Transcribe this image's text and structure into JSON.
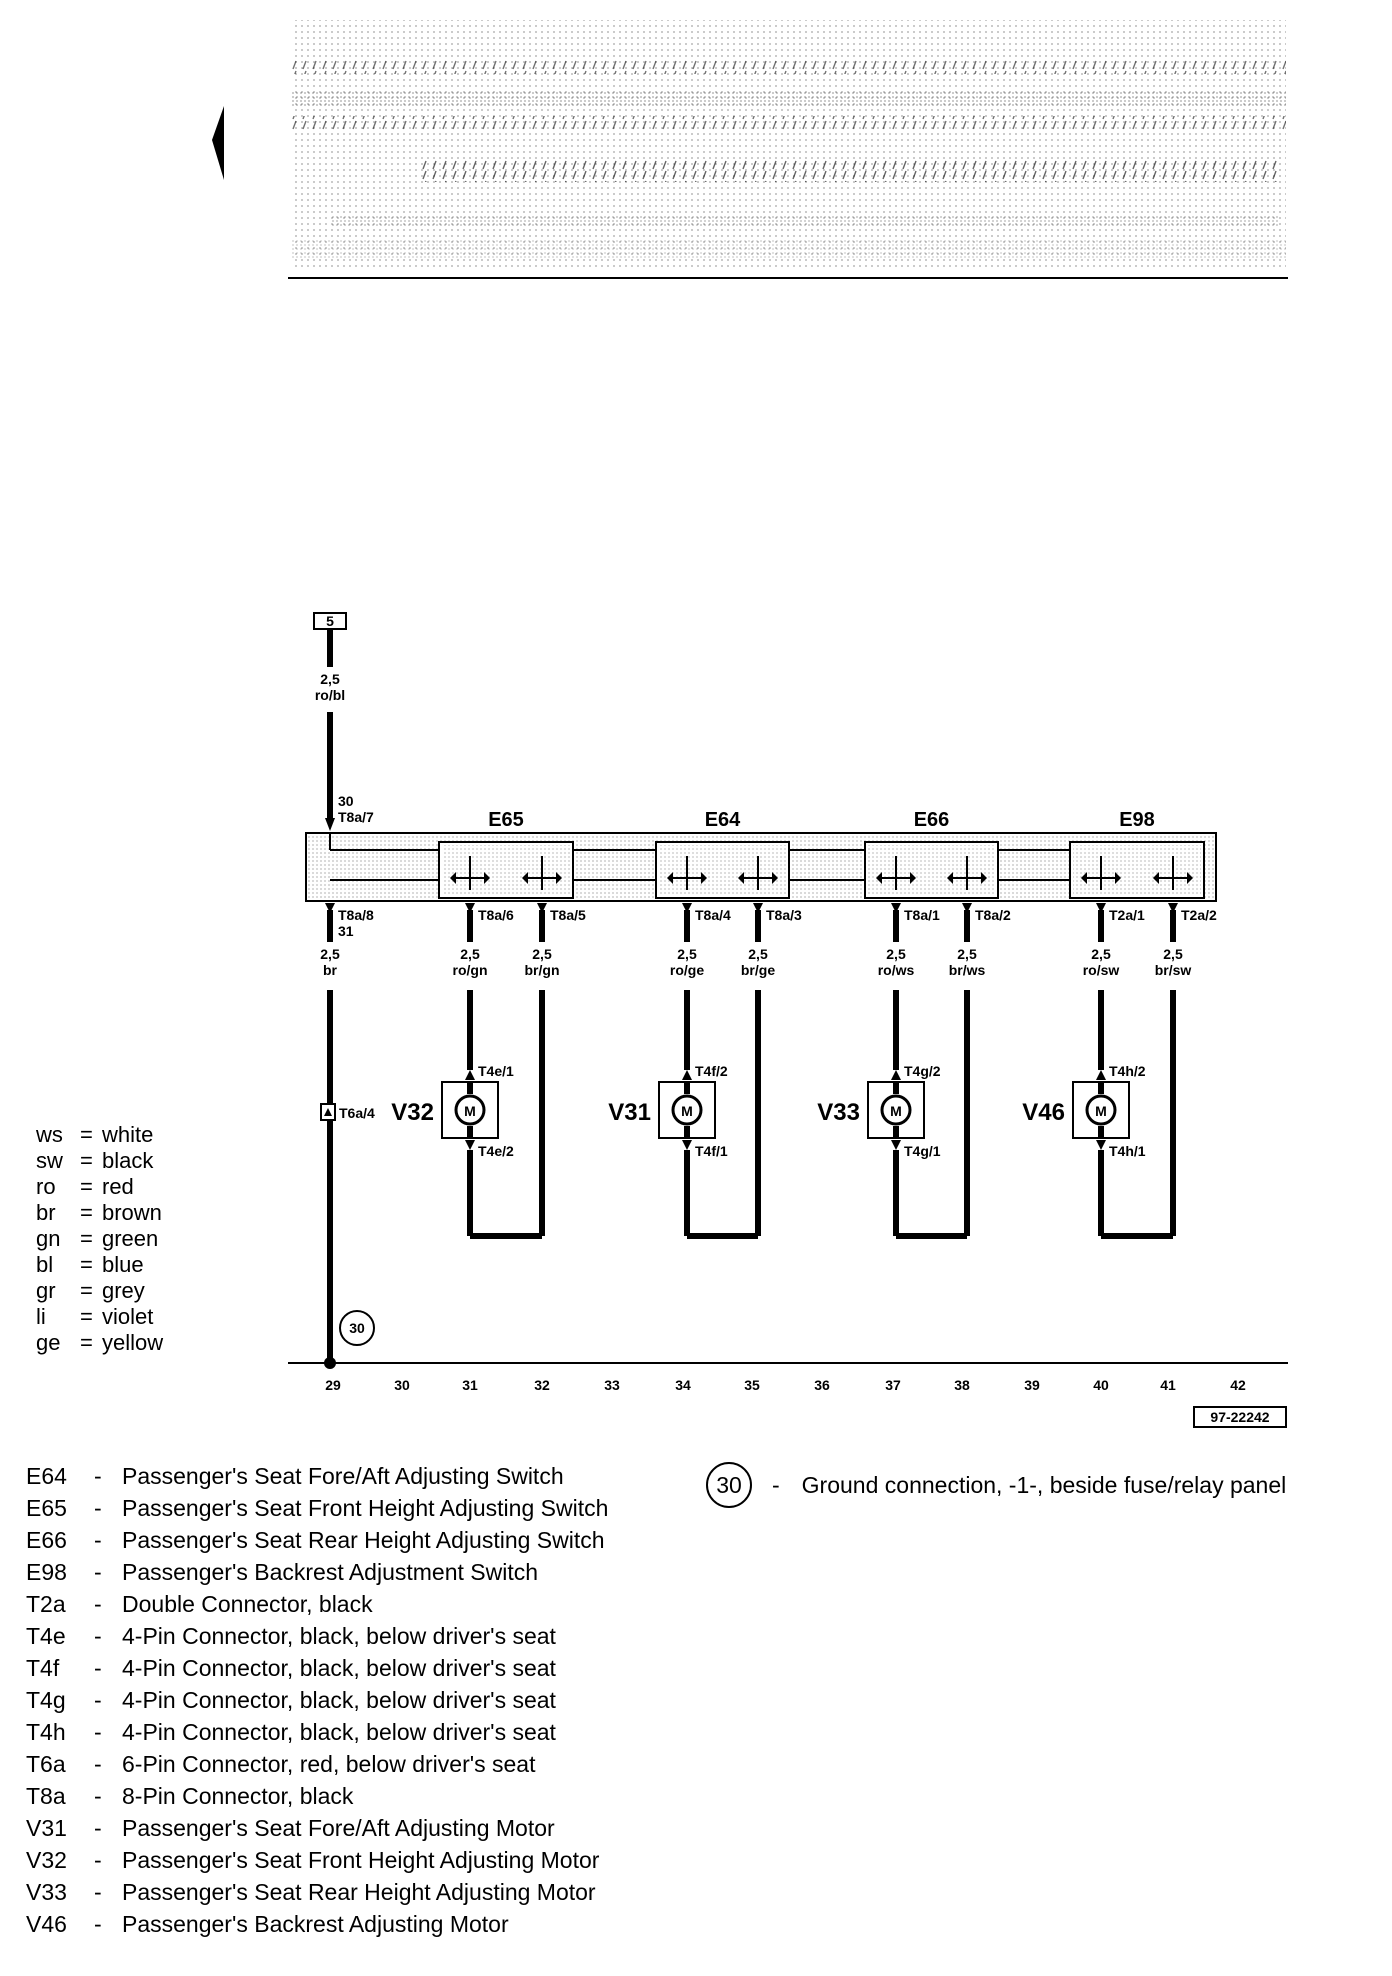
{
  "diagram": {
    "supply_ref": "5",
    "ground_ref": "30",
    "diagram_id": "97-22242",
    "main_wire_top": {
      "size": "2,5",
      "color": "ro/bl"
    },
    "main_wire_bottom": {
      "size": "2,5",
      "color": "br"
    },
    "pin_in": {
      "terminal": "30",
      "pin": "T8a/7"
    },
    "pin_out": {
      "pin": "T8a/8",
      "terminal": "31"
    },
    "ground_connector": "T6a/4",
    "switches": [
      {
        "name": "E65",
        "pin_a": "T8a/6",
        "pin_b": "T8a/5",
        "wire_a": {
          "size": "2,5",
          "color": "ro/gn"
        },
        "wire_b": {
          "size": "2,5",
          "color": "br/gn"
        }
      },
      {
        "name": "E64",
        "pin_a": "T8a/4",
        "pin_b": "T8a/3",
        "wire_a": {
          "size": "2,5",
          "color": "ro/ge"
        },
        "wire_b": {
          "size": "2,5",
          "color": "br/ge"
        }
      },
      {
        "name": "E66",
        "pin_a": "T8a/1",
        "pin_b": "T8a/2",
        "wire_a": {
          "size": "2,5",
          "color": "ro/ws"
        },
        "wire_b": {
          "size": "2,5",
          "color": "br/ws"
        }
      },
      {
        "name": "E98",
        "pin_a": "T2a/1",
        "pin_b": "T2a/2",
        "wire_a": {
          "size": "2,5",
          "color": "ro/sw"
        },
        "wire_b": {
          "size": "2,5",
          "color": "br/sw"
        }
      }
    ],
    "motors": [
      {
        "name": "V32",
        "pin_top": "T4e/1",
        "pin_bottom": "T4e/2",
        "symbol": "M"
      },
      {
        "name": "V31",
        "pin_top": "T4f/2",
        "pin_bottom": "T4f/1",
        "symbol": "M"
      },
      {
        "name": "V33",
        "pin_top": "T4g/2",
        "pin_bottom": "T4g/1",
        "symbol": "M"
      },
      {
        "name": "V46",
        "pin_top": "T4h/2",
        "pin_bottom": "T4h/1",
        "symbol": "M"
      }
    ],
    "tracks": [
      "29",
      "30",
      "31",
      "32",
      "33",
      "34",
      "35",
      "36",
      "37",
      "38",
      "39",
      "40",
      "41",
      "42"
    ]
  },
  "color_legend": [
    {
      "code": "ws",
      "name": "white"
    },
    {
      "code": "sw",
      "name": "black"
    },
    {
      "code": "ro",
      "name": "red"
    },
    {
      "code": "br",
      "name": "brown"
    },
    {
      "code": "gn",
      "name": "green"
    },
    {
      "code": "bl",
      "name": "blue"
    },
    {
      "code": "gr",
      "name": "grey"
    },
    {
      "code": "li",
      "name": "violet"
    },
    {
      "code": "ge",
      "name": "yellow"
    }
  ],
  "legend": [
    {
      "code": "E64",
      "desc": "Passenger's Seat Fore/Aft Adjusting Switch"
    },
    {
      "code": "E65",
      "desc": "Passenger's Seat Front Height Adjusting Switch"
    },
    {
      "code": "E66",
      "desc": "Passenger's Seat Rear Height Adjusting Switch"
    },
    {
      "code": "E98",
      "desc": "Passenger's Backrest Adjustment Switch"
    },
    {
      "code": "T2a",
      "desc": "Double Connector, black"
    },
    {
      "code": "T4e",
      "desc": "4-Pin Connector, black, below driver's seat"
    },
    {
      "code": "T4f",
      "desc": "4-Pin Connector, black, below driver's seat"
    },
    {
      "code": "T4g",
      "desc": "4-Pin Connector, black, below driver's seat"
    },
    {
      "code": "T4h",
      "desc": "4-Pin Connector, black, below driver's seat"
    },
    {
      "code": "T6a",
      "desc": "6-Pin Connector, red, below driver's seat"
    },
    {
      "code": "T8a",
      "desc": "8-Pin Connector, black"
    },
    {
      "code": "V31",
      "desc": "Passenger's Seat Fore/Aft Adjusting Motor"
    },
    {
      "code": "V32",
      "desc": "Passenger's Seat Front Height Adjusting Motor"
    },
    {
      "code": "V33",
      "desc": "Passenger's Seat Rear Height Adjusting Motor"
    },
    {
      "code": "V46",
      "desc": "Passenger's Backrest Adjusting Motor"
    }
  ],
  "ground_legend": {
    "ref": "30",
    "dash": "-",
    "desc": "Ground connection, -1-, beside fuse/relay panel"
  }
}
